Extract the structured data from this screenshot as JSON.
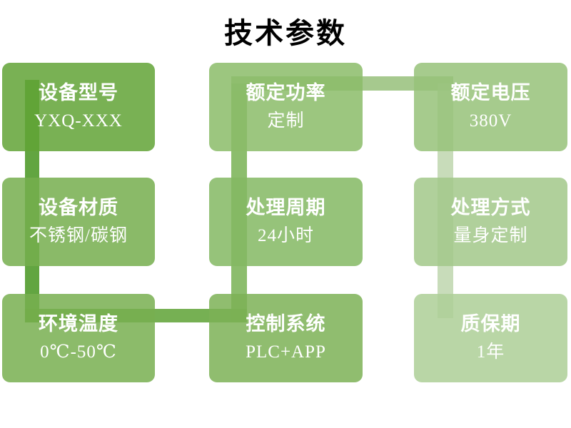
{
  "slide": {
    "title": "技术参数"
  },
  "nodes": [
    {
      "label": "设备型号",
      "value": "YXQ-XXX"
    },
    {
      "label": "设备材质",
      "value": "不锈钢/碳钢"
    },
    {
      "label": "环境温度",
      "value": "0℃-50℃"
    },
    {
      "label": "额定功率",
      "value": "定制"
    },
    {
      "label": "处理周期",
      "value": "24小时"
    },
    {
      "label": "控制系统",
      "value": "PLC+APP"
    },
    {
      "label": "额定电压",
      "value": "380V"
    },
    {
      "label": "处理方式",
      "value": "量身定制"
    },
    {
      "label": "质保期",
      "value": "1年"
    }
  ],
  "palette": {
    "background": "#ffffff",
    "title_text": "#000000",
    "node_text": "#ffffff",
    "node_gradient_start": "#79b054",
    "node_gradient_end": "#b9d6a6",
    "connector_start": "#62a541",
    "connector_end": "#c8dcba"
  }
}
